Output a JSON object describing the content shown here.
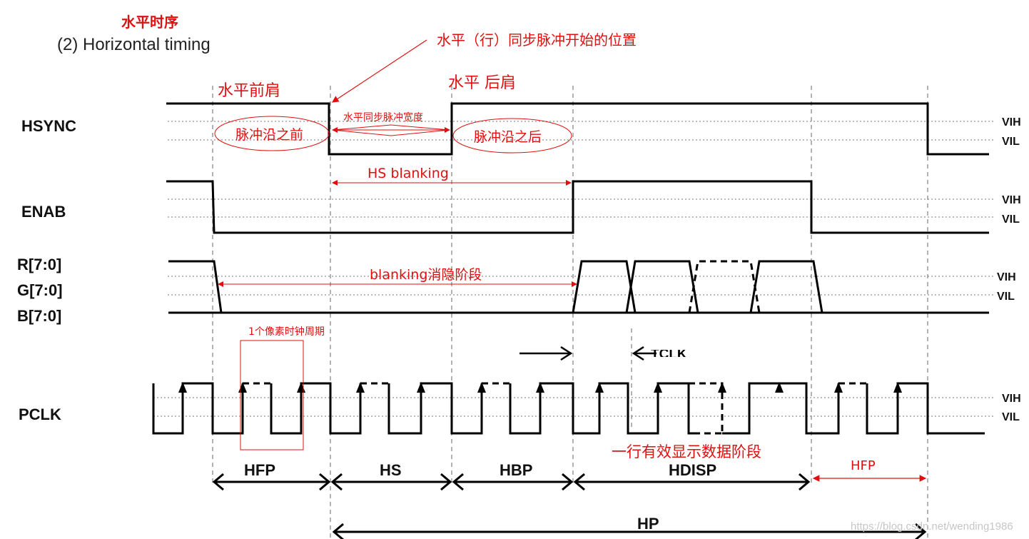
{
  "titles": {
    "zh": "水平时序",
    "en": "(2) Horizontal timing"
  },
  "signals": {
    "hsync": "HSYNC",
    "enab": "ENAB",
    "r": "R[7:0]",
    "g": "G[7:0]",
    "b": "B[7:0]",
    "pclk": "PCLK"
  },
  "levels": {
    "vih": "VIH",
    "vil": "VIL"
  },
  "annotations": {
    "sync_start": "水平（行）同步脉冲开始的位置",
    "front_porch": "水平前肩",
    "back_porch": "水平 后肩",
    "before_edge": "脉冲沿之前",
    "after_edge": "脉冲沿之后",
    "sync_width": "水平同步脉冲宽度",
    "hs_blanking": "HS blanking",
    "blanking_stage": "blanking消隐阶段",
    "one_pixel_clock": "1个像素时钟周期",
    "active_line": "一行有效显示数据阶段",
    "hfp_red": "HFP"
  },
  "segments": {
    "hfp": "HFP",
    "hs": "HS",
    "hbp": "HBP",
    "hdisp": "HDISP",
    "hp": "HP"
  },
  "partial_label": "TCLK",
  "watermark": "https://blog.csdn.net/wending1986",
  "colors": {
    "signal": "#000000",
    "annotation": "#e01010",
    "guide": "#9a9a9a"
  }
}
